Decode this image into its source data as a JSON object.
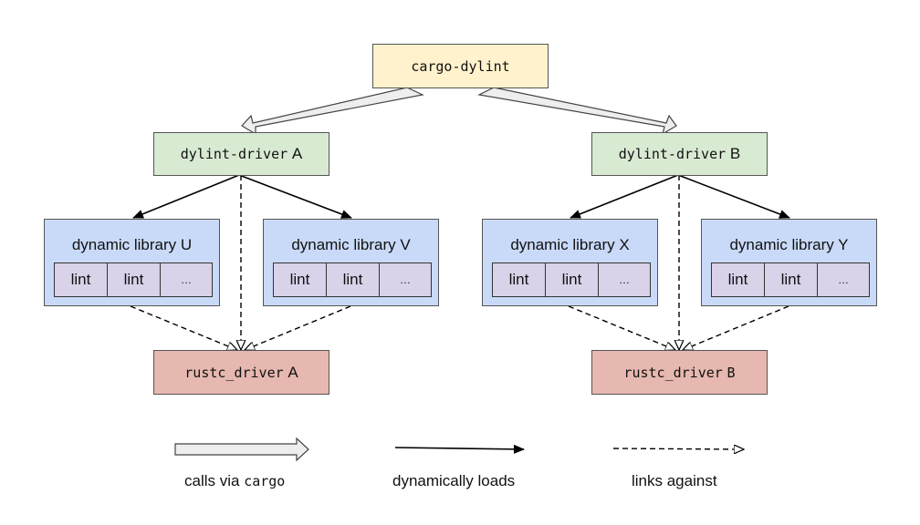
{
  "cargo": {
    "label": "cargo-dylint"
  },
  "drivers": [
    {
      "mono": "dylint-driver",
      "suffix": "A"
    },
    {
      "mono": "dylint-driver",
      "suffix": "B"
    }
  ],
  "libraries": [
    {
      "title": "dynamic library U",
      "lints": [
        "lint",
        "lint",
        "…"
      ]
    },
    {
      "title": "dynamic library V",
      "lints": [
        "lint",
        "lint",
        "…"
      ]
    },
    {
      "title": "dynamic library X",
      "lints": [
        "lint",
        "lint",
        "…"
      ]
    },
    {
      "title": "dynamic library Y",
      "lints": [
        "lint",
        "lint",
        "…"
      ]
    }
  ],
  "rustc": [
    {
      "mono": "rustc_driver",
      "suffix": "A"
    },
    {
      "mono": "rustc_driver",
      "suffix": "B"
    }
  ],
  "legend": {
    "calls_prefix": "calls via ",
    "calls_mono": "cargo",
    "loads": "dynamically loads",
    "links": "links against"
  }
}
